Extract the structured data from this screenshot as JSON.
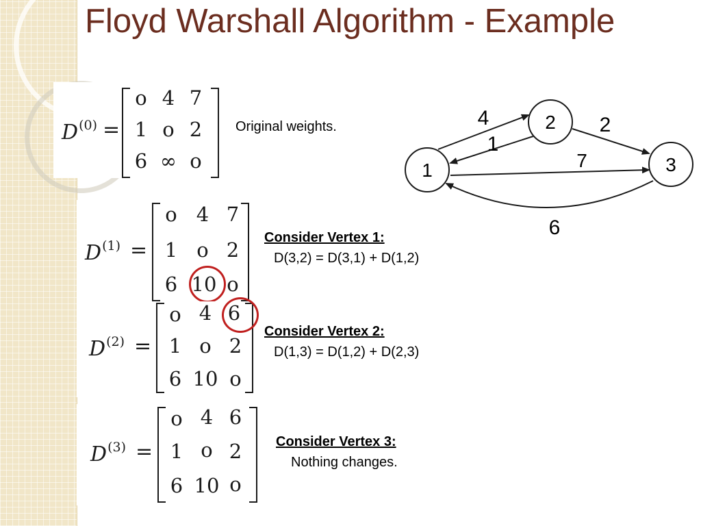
{
  "slide": {
    "title": "Floyd Warshall Algorithm - Example"
  },
  "matrices": [
    {
      "label": "D",
      "sup": "(0)",
      "rows": [
        [
          "o",
          "4",
          "7"
        ],
        [
          "1",
          "o",
          "2"
        ],
        [
          "6",
          "∞",
          "o"
        ]
      ]
    },
    {
      "label": "D",
      "sup": "(1)",
      "rows": [
        [
          "o",
          "4",
          "7"
        ],
        [
          "1",
          "o",
          "2"
        ],
        [
          "6",
          "10",
          "o"
        ]
      ]
    },
    {
      "label": "D",
      "sup": "(2)",
      "rows": [
        [
          "o",
          "4",
          "6"
        ],
        [
          "1",
          "o",
          "2"
        ],
        [
          "6",
          "10",
          "o"
        ]
      ]
    },
    {
      "label": "D",
      "sup": "(3)",
      "rows": [
        [
          "o",
          "4",
          "6"
        ],
        [
          "1",
          "o",
          "2"
        ],
        [
          "6",
          "10",
          "o"
        ]
      ]
    }
  ],
  "notes": {
    "original": "Original weights.",
    "vertex1_head": "Consider Vertex 1:",
    "vertex1_body": "D(3,2) = D(3,1) + D(1,2)",
    "vertex2_head": "Consider Vertex 2:",
    "vertex2_body": "D(1,3) = D(1,2) + D(2,3)",
    "vertex3_head": "Consider Vertex 3:",
    "vertex3_body": "Nothing changes."
  },
  "graph": {
    "nodes": [
      "1",
      "2",
      "3"
    ],
    "edges": [
      {
        "from": "1",
        "to": "2",
        "weight": "4"
      },
      {
        "from": "2",
        "to": "1",
        "weight": "1"
      },
      {
        "from": "2",
        "to": "3",
        "weight": "2"
      },
      {
        "from": "1",
        "to": "3",
        "weight": "7"
      },
      {
        "from": "3",
        "to": "1",
        "weight": "6"
      }
    ]
  },
  "colors": {
    "title": "#6b2d1f",
    "highlight_circle": "#c0201f",
    "side_strip": "#f1e6c8"
  }
}
